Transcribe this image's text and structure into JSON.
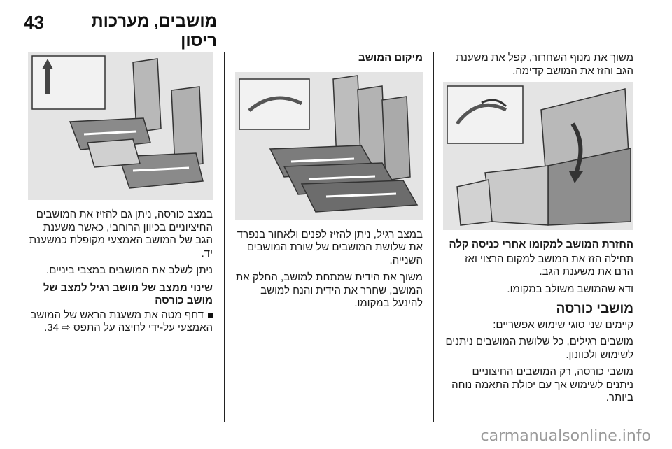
{
  "header": {
    "page_number": "43",
    "chapter_title": "מושבים, מערכות ריסון"
  },
  "col_right": {
    "intro": "משוך את מנוף השחרור, קפל את משענת הגב והזז את המושב קדימה.",
    "heading_return": "החזרת המושב למקומו אחרי כניסה קלה",
    "return_text": "תחילה הזז את המושב למקום הרצוי ואז הרם את משענת הגב.",
    "ensure_text": "ודא שהמושב משולב במקומו.",
    "heading_seats": "מושבי כורסה",
    "seats_intro": "קיימים שני סוגי שימוש אפשריים:",
    "seats_regular": "מושבים רגילים, כל שלושת המושבים ניתנים לשימוש ולכוונון.",
    "seats_armchair": "מושבי כורסה, רק המושבים החיצוניים ניתנים לשימוש אך עם יכולת התאמה נוחה ביותר."
  },
  "col_middle": {
    "heading_position": "מיקום המושב",
    "position_text": "במצב רגיל, ניתן להזיז לפנים ולאחור בנפרד את שלושת המושבים של שורת המושבים השנייה.",
    "position_text2": "משוך את הידית שמתחת למושב, החלק את המושב, שחרר את הידית והנח למושב להינעל במקומו."
  },
  "col_left": {
    "armchair_text": "במצב כורסה, ניתן גם להזיז את המושבים החיציוניים בכיוון הרוחבי, כאשר משענת הגב של המושב האמצעי מקופלת כמשענת יד.",
    "combine_text": "ניתן לשלב את המושבים במצבי ביניים.",
    "heading_change": "שינוי ממצב של מושב רגיל למצב של מושב כורסה",
    "bullet_text_a": "דחף מטה את משענת הראש של המושב האמצעי על-ידי לחיצה על התפס",
    "bullet_text_b": "34."
  },
  "watermark": "carmanualsonline.info"
}
